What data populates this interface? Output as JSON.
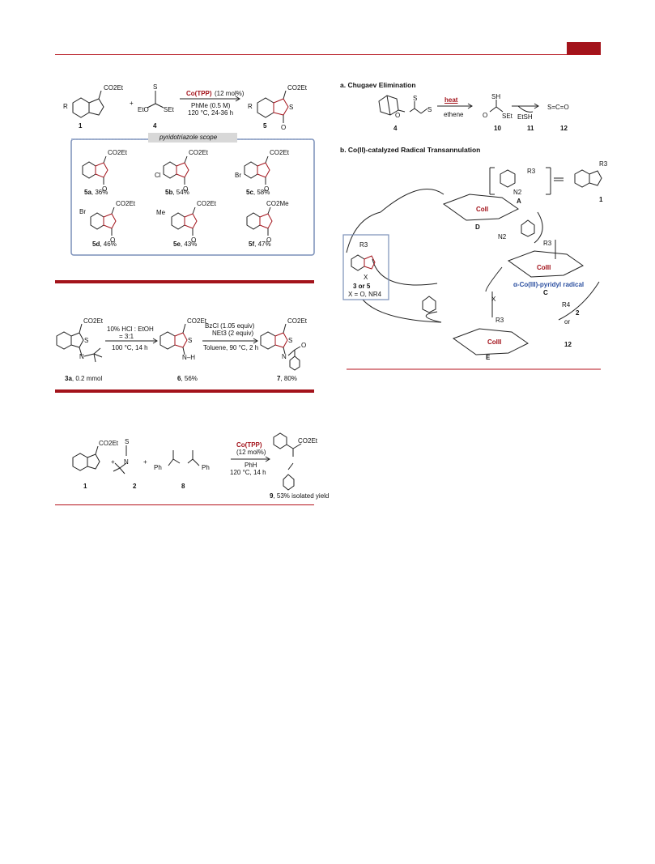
{
  "colors": {
    "accent": "#a3131b",
    "blue": "#2b4fa0",
    "box": "#7a8fb8"
  },
  "s1": {
    "co2et": "CO2Et",
    "r": "R",
    "plus": "+",
    "s": "S",
    "eto": "EtO",
    "set": "SEt",
    "n1": "1",
    "n4": "4",
    "n5": "5",
    "cat": "Co(TPP)",
    "cat_load": "(12 mol%)",
    "cond1": "PhMe (0.5 M)",
    "cond2": "120 °C, 24-36 h",
    "scope_title": "pyridotriazole scope",
    "items": [
      {
        "id": "5a",
        "yield": ", 36%"
      },
      {
        "id": "5b",
        "yield": ", 54%"
      },
      {
        "id": "5c",
        "yield": ", 58%"
      },
      {
        "id": "5d",
        "yield": ", 46%"
      },
      {
        "id": "5e",
        "yield": ", 43%"
      },
      {
        "id": "5f",
        "yield": ", 47%"
      }
    ],
    "subs": {
      "cl": "Cl",
      "br": "Br",
      "br2": "Br",
      "me": "Me",
      "co2me": "CO2Me",
      "o": "O"
    }
  },
  "s2": {
    "c1a": "10% HCl : EtOH",
    "c1b": "= 3:1",
    "c1c": "100 °C, 14 h",
    "c2a": "BzCl (1.05 equiv)",
    "c2b": "NEt3 (2 equiv)",
    "c2c": "Toluene, 90 °C, 2 h",
    "l3a": "3a",
    "l3a_t": ", 0.2 mmol",
    "l6": "6",
    "l6_t": ", 56%",
    "l7": "7",
    "l7_t": ", 80%",
    "nh": "N",
    "h": "H"
  },
  "s3": {
    "cat": "Co(TPP)",
    "load": "(12 mol%)",
    "solv": "PhH",
    "temp": "120 °C, 14 h",
    "ph": "Ph",
    "l1": "1",
    "l2": "2",
    "l8": "8",
    "l9": "9",
    "l9_t": ", 53% isolated yield"
  },
  "right": {
    "a_title": "a. Chugaev Elimination",
    "heat": "heat",
    "ethene": "ethene",
    "etsh": "EtSH",
    "sh": "SH",
    "l4": "4",
    "l10": "10",
    "l11": "11",
    "l12": "12",
    "b_title": "b. Co(II)-catalyzed Radical Transannulation",
    "lA": "A",
    "lD": "D",
    "lC": "C",
    "lE": "E",
    "l1": "1",
    "l2": "2",
    "n2": "N2",
    "or": "or",
    "r3": "R3",
    "r4": "R4",
    "co2": "CoII",
    "co3": "CoIII",
    "radical": "α-Co(III)-pyridyl radical",
    "box_l1": "3 or 5",
    "box_l2": "X = O, NR4",
    "x": "X"
  }
}
